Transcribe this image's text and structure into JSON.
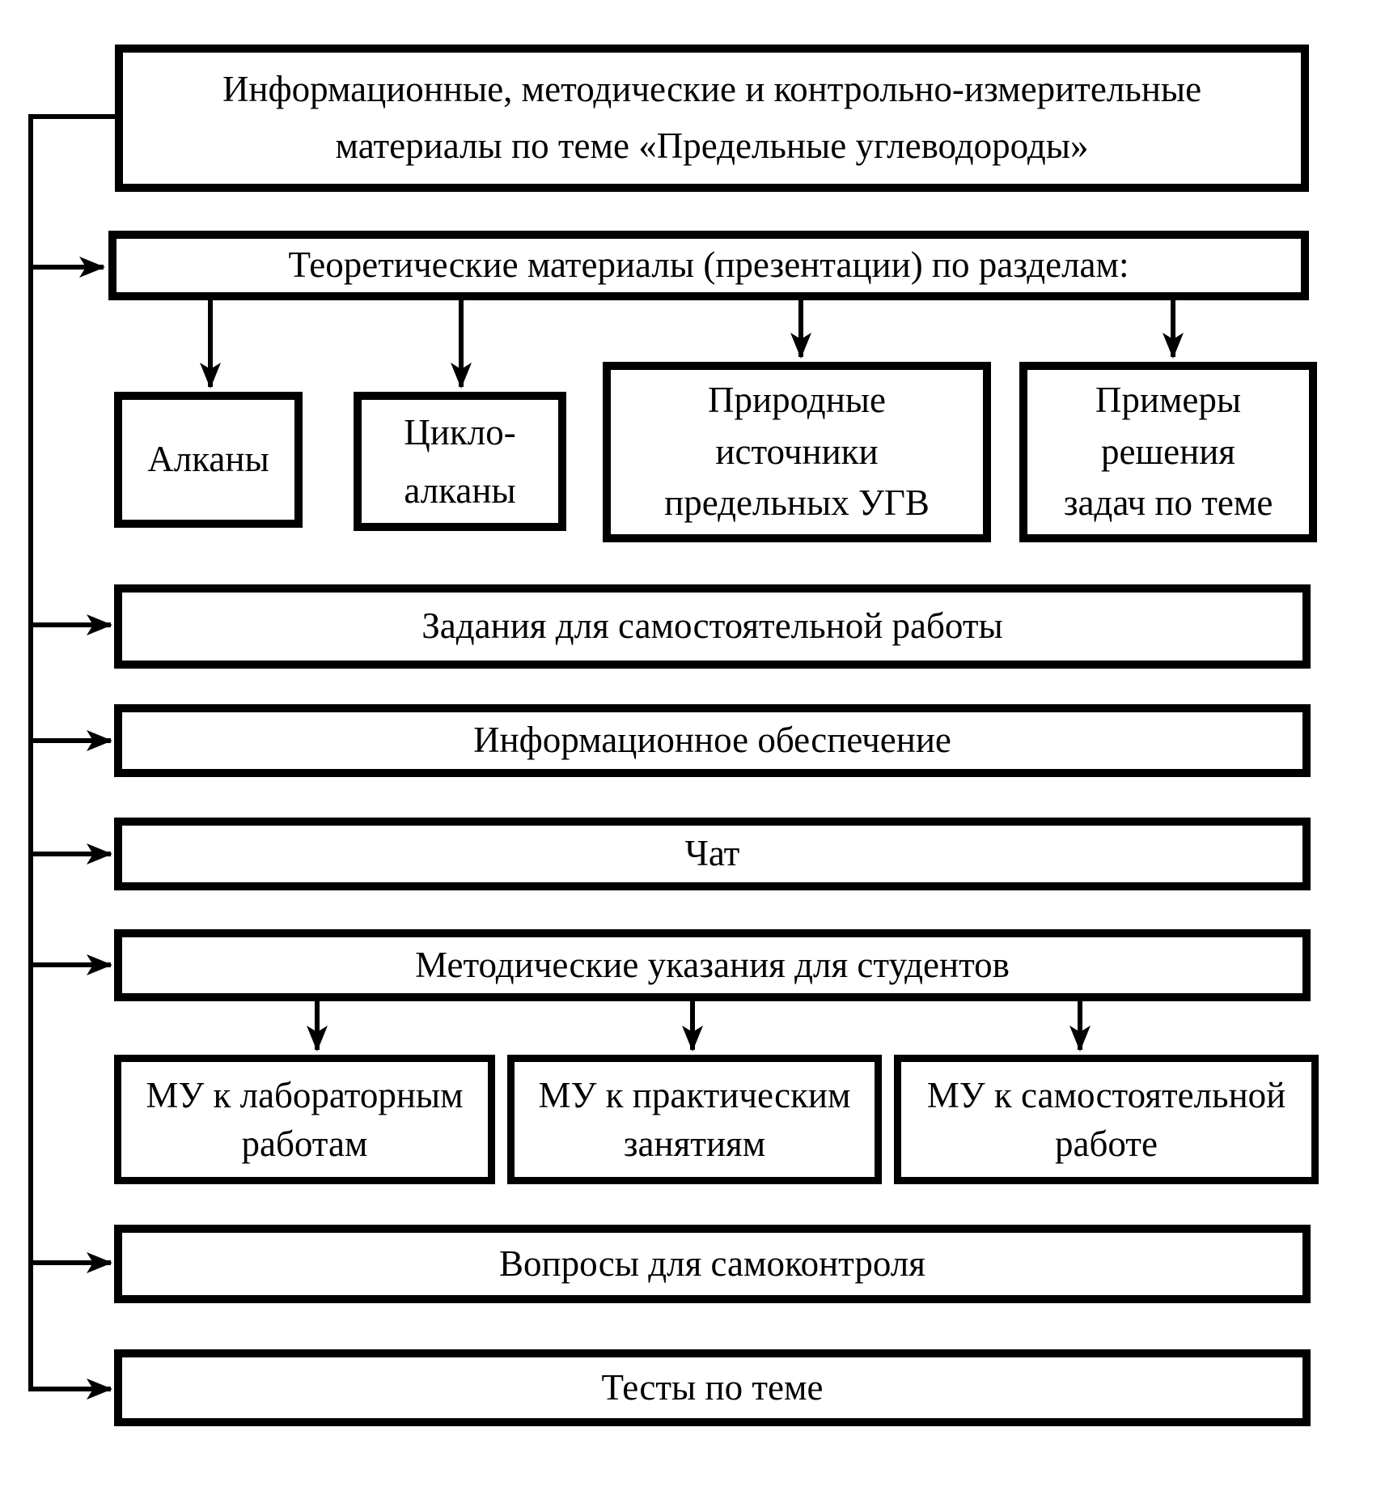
{
  "diagram": {
    "root": {
      "label": "Информационные, методические и контрольно-измерительные\nматериалы по теме «Предельные углеводороды»"
    },
    "theory": {
      "label": "Теоретические материалы (презентации) по разделам:",
      "children": [
        {
          "label": "Алканы"
        },
        {
          "label": "Цикло-\nалканы"
        },
        {
          "label": "Природные\nисточники\nпредельных УГВ"
        },
        {
          "label": "Примеры\nрешения\nзадач по теме"
        }
      ]
    },
    "sections": [
      {
        "label": "Задания для самостоятельной работы"
      },
      {
        "label": "Информационное обеспечение"
      },
      {
        "label": "Чат"
      },
      {
        "label": "Методические указания для студентов"
      },
      {
        "label": "Вопросы для самоконтроля"
      },
      {
        "label": "Тесты по теме"
      }
    ],
    "guidelines": [
      {
        "label": "МУ к лабораторным\nработам"
      },
      {
        "label": "МУ к практическим\nзанятиям"
      },
      {
        "label": "МУ к самостоятельной\nработе"
      }
    ],
    "colors": {
      "line": "#000000",
      "background": "#ffffff"
    }
  }
}
